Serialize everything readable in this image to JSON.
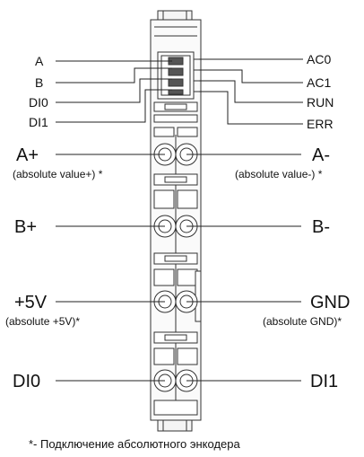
{
  "labels": {
    "top_left": [
      "A",
      "B",
      "DI0",
      "DI1"
    ],
    "top_right": [
      "AC0",
      "AC1",
      "RUN",
      "ERR"
    ],
    "aplus": "A+",
    "aplus_note": "(absolute value+) *",
    "aminus": "A-",
    "aminus_note": "(absolute value-) *",
    "bplus": "B+",
    "bminus": "B-",
    "v5": "+5V",
    "v5_note": "(absolute +5V)*",
    "gnd": "GND",
    "gnd_note": "(absolute GND)*",
    "di0": "DI0",
    "di1": "DI1"
  },
  "footnote": "*- Подключение абсолютного энкодера"
}
